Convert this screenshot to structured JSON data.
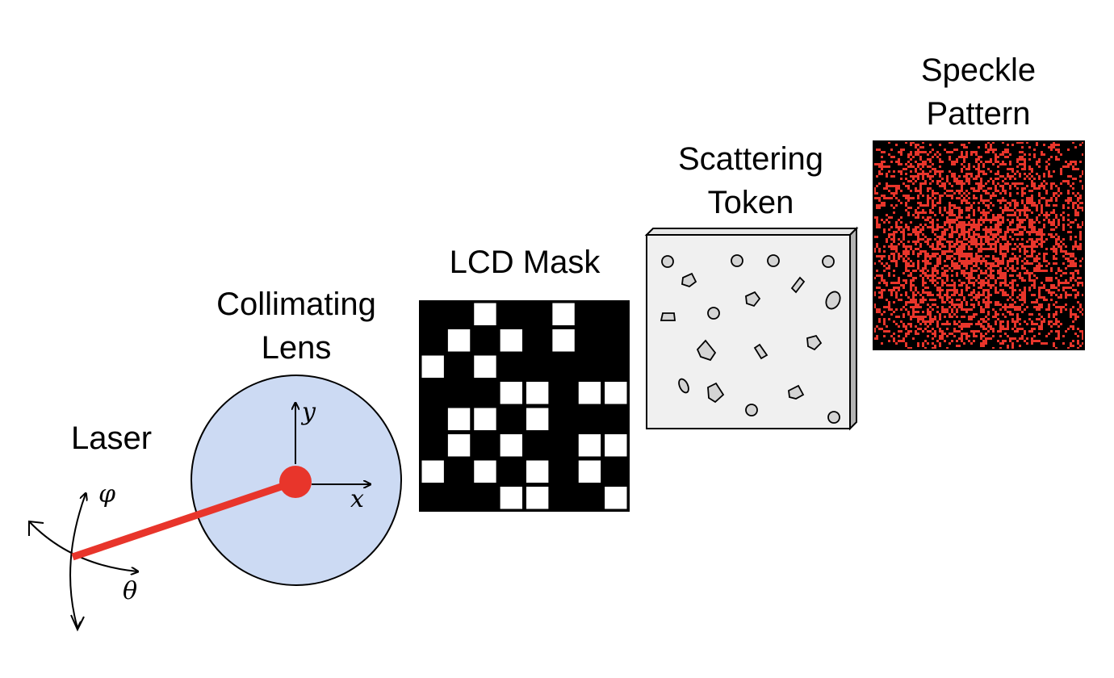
{
  "labels": {
    "laser": "Laser",
    "lens_line1": "Collimating",
    "lens_line2": "Lens",
    "mask": "LCD Mask",
    "token_line1": "Scattering",
    "token_line2": "Token",
    "speckle_line1": "Speckle",
    "speckle_line2": "Pattern"
  },
  "axes": {
    "x": "x",
    "y": "y",
    "theta": "θ",
    "phi": "φ"
  },
  "colors": {
    "laser_beam": "#e8352b",
    "lens_fill": "#ccdaf3",
    "token_fill": "#f0f0f0",
    "speckle_dot": "#e8352b",
    "speckle_bg": "#000000"
  },
  "lcd_mask": {
    "rows": 8,
    "cols": 8,
    "pattern": [
      "00100100",
      "01010100",
      "10100000",
      "00011011",
      "01101000",
      "01010011",
      "10101010",
      "00011001"
    ]
  }
}
